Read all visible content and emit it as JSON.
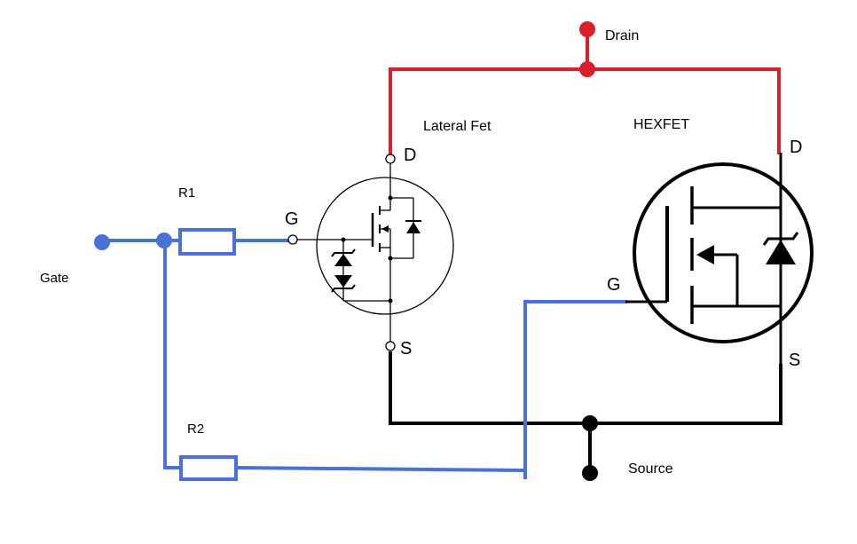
{
  "labels": {
    "drain_terminal": "Drain",
    "source_terminal": "Source",
    "gate_terminal": "Gate",
    "r1": "R1",
    "r2": "R2",
    "lateral_fet_title": "Lateral Fet",
    "hexfet_title": "HEXFET",
    "lateral_d": "D",
    "lateral_g": "G",
    "lateral_s": "S",
    "hexfet_d": "D",
    "hexfet_g": "G",
    "hexfet_s": "S"
  },
  "colors": {
    "drain_wire": "#d9202a",
    "source_wire": "#000000",
    "gate_wire": "#4a72d6",
    "symbol": "#000000"
  }
}
